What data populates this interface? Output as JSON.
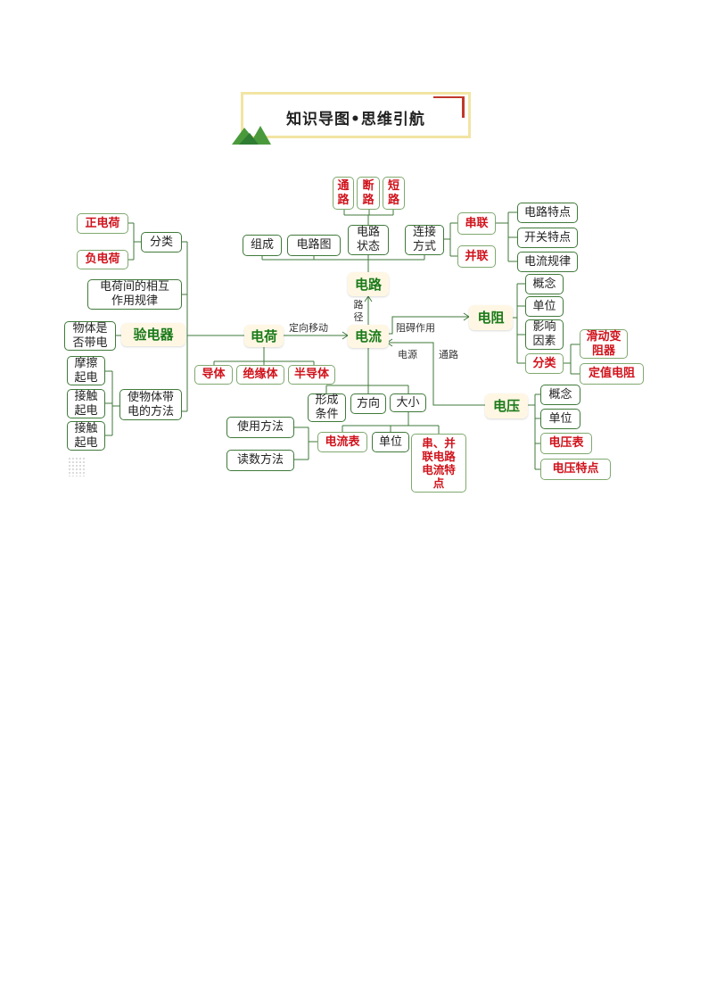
{
  "title": "知识导图•思维引航",
  "colors": {
    "line": "#3f7a3a",
    "red": "#d0121b",
    "green": "#1a7a1a",
    "title_border": "#f2e5a3"
  },
  "nodes": {
    "dianlu": "电路",
    "dianliu": "电流",
    "dianhe": "电荷",
    "dianzu": "电阻",
    "dianya": "电压",
    "yandianqi": "验电器",
    "tonglu": "通\n路",
    "duanlu": "断\n路",
    "duanlu2": "短\n路",
    "zucheng": "组成",
    "dianlutu": "电路图",
    "dianluzhuangtai": "电路\n状态",
    "lianjiefangshi": "连接\n方式",
    "chuanlian": "串联",
    "binglian": "并联",
    "dianlutedian": "电路特点",
    "kaiguantedian": "开关特点",
    "dianliuguilv": "电流规律",
    "zhengdianhe": "正电荷",
    "fudianhe": "负电荷",
    "fenlei_he": "分类",
    "xianghuzuoyong": "电荷间的相互\n作用规律",
    "wutishifou": "物体是\n否带电",
    "moca": "摩擦\n起电",
    "jiechu1": "接触\n起电",
    "jiechu2": "接触\n起电",
    "shidaidian": "使物体带\n电的方法",
    "daoti": "导体",
    "jueyuanti": "绝缘体",
    "bandaoti": "半导体",
    "xingchengtiaojian": "形成\n条件",
    "fangxiang": "方向",
    "daxiao": "大小",
    "shiyongfangfa": "使用方法",
    "dushufangfa": "读数方法",
    "dianliubiao": "电流表",
    "danwei_liu": "单位",
    "chuanbing": "串、并\n联电路\n电流特\n点",
    "gainian_zu": "概念",
    "danwei_zu": "单位",
    "yingxiang": "影响\n因素",
    "fenlei_zu": "分类",
    "huadong": "滑动变\n阻器",
    "dingzhi": "定值电阻",
    "gainian_ya": "概念",
    "danwei_ya": "单位",
    "dianyabiao": "电压表",
    "dianyatedian": "电压特点"
  },
  "labels": {
    "dingxiangyidong": "定向移动",
    "lujing": "路径",
    "zuaizuoyong": "阻碍作用",
    "dianyuan": "电源",
    "tonglu_lbl": "通路"
  }
}
